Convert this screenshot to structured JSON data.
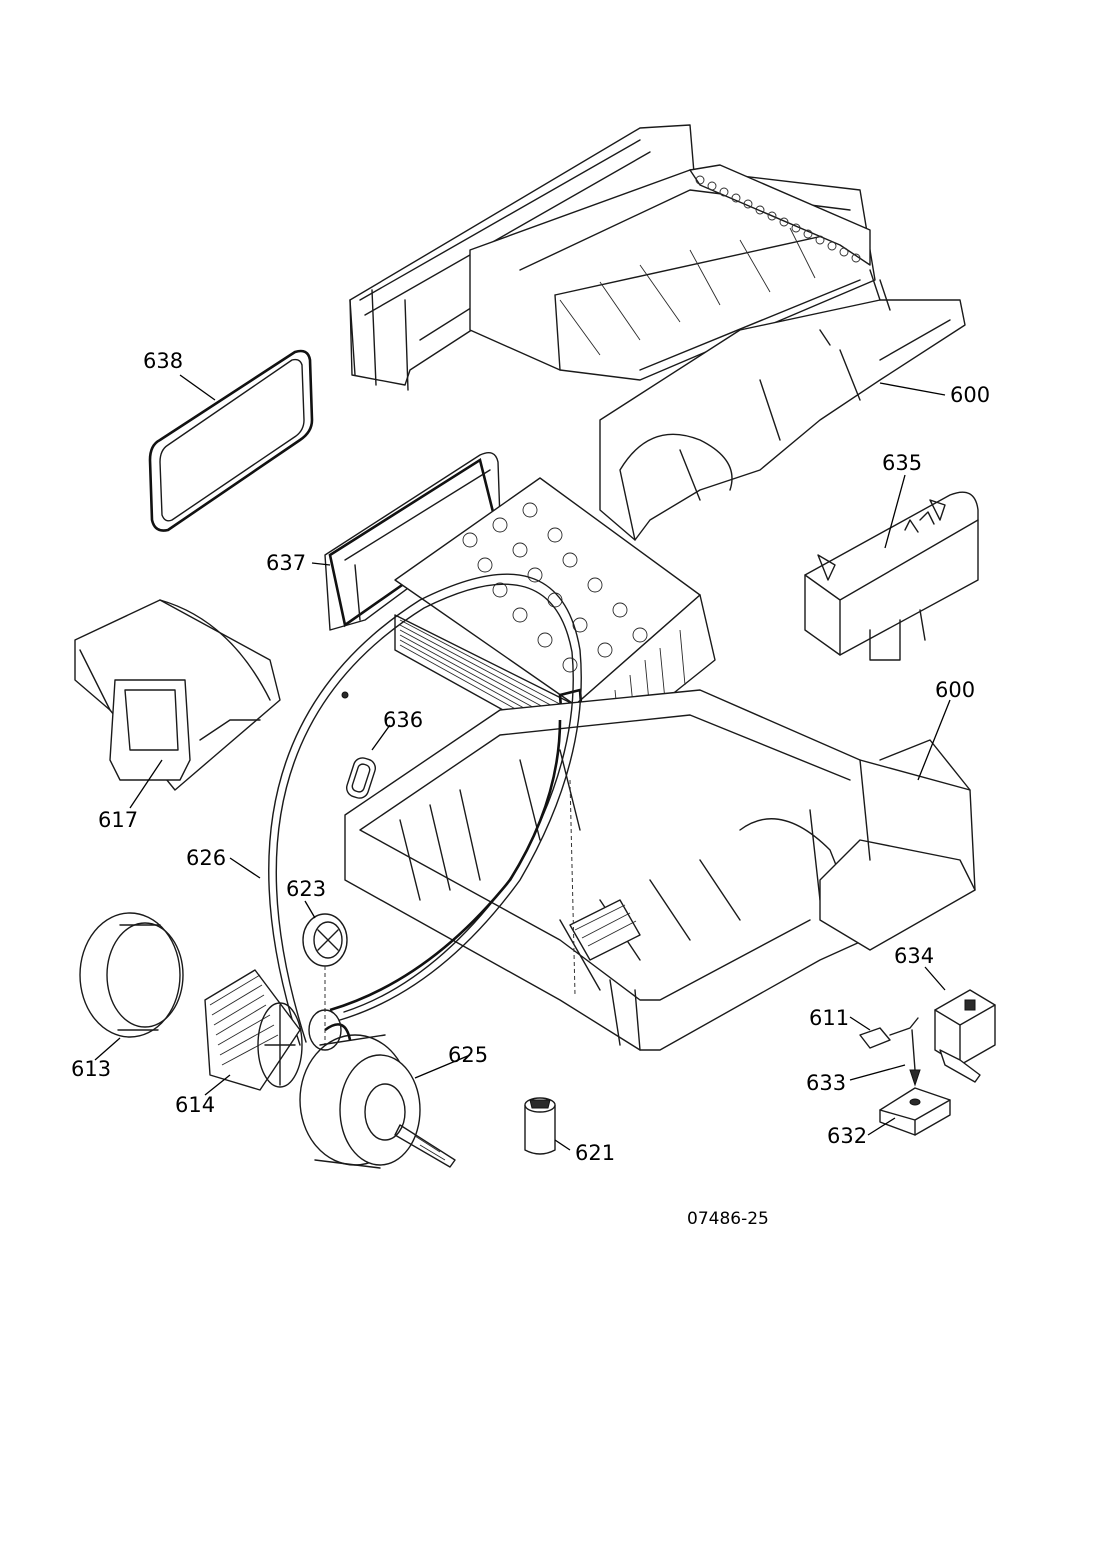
{
  "diagram": {
    "figure_code": "07486-25",
    "callouts": [
      {
        "id": "c600a",
        "label": "600"
      },
      {
        "id": "c638",
        "label": "638"
      },
      {
        "id": "c635",
        "label": "635"
      },
      {
        "id": "c637",
        "label": "637"
      },
      {
        "id": "c600b",
        "label": "600"
      },
      {
        "id": "c636",
        "label": "636"
      },
      {
        "id": "c617",
        "label": "617"
      },
      {
        "id": "c626",
        "label": "626"
      },
      {
        "id": "c623",
        "label": "623"
      },
      {
        "id": "c634",
        "label": "634"
      },
      {
        "id": "c611",
        "label": "611"
      },
      {
        "id": "c625",
        "label": "625"
      },
      {
        "id": "c633",
        "label": "633"
      },
      {
        "id": "c613",
        "label": "613"
      },
      {
        "id": "c614",
        "label": "614"
      },
      {
        "id": "c632",
        "label": "632"
      },
      {
        "id": "c621",
        "label": "621"
      }
    ]
  }
}
